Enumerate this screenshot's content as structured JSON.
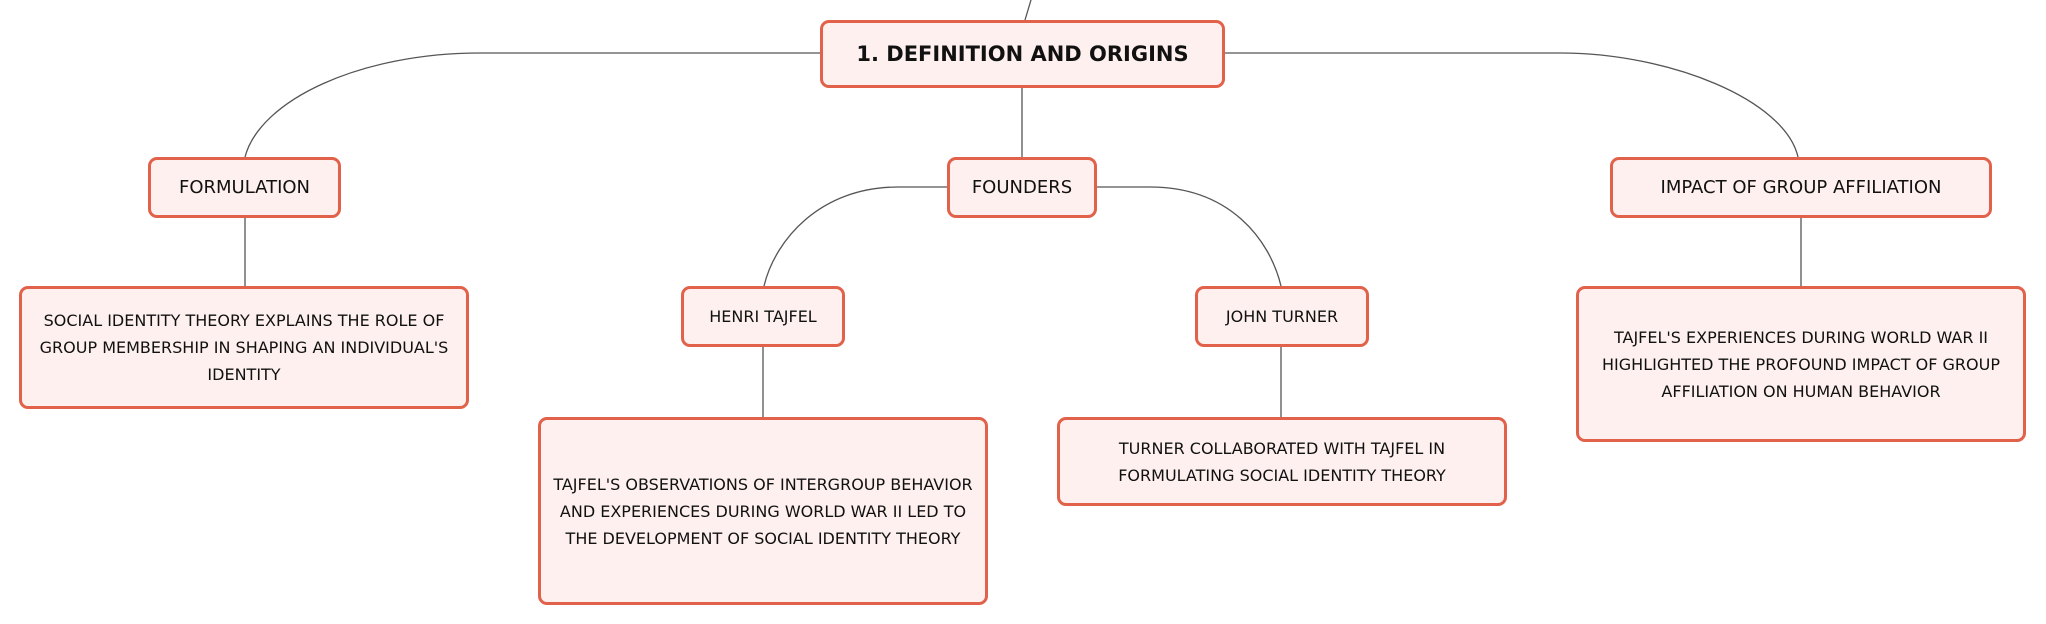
{
  "root": {
    "label": "1. DEFINITION AND ORIGINS"
  },
  "formulation": {
    "label": "FORMULATION",
    "detail": "SOCIAL IDENTITY THEORY EXPLAINS THE ROLE OF GROUP MEMBERSHIP IN SHAPING AN INDIVIDUAL'S IDENTITY"
  },
  "founders": {
    "label": "FOUNDERS",
    "tajfel": {
      "label": "HENRI TAJFEL",
      "detail": "TAJFEL'S OBSERVATIONS OF INTERGROUP BEHAVIOR AND EXPERIENCES DURING WORLD WAR II LED TO THE DEVELOPMENT OF SOCIAL IDENTITY THEORY"
    },
    "turner": {
      "label": "JOHN TURNER",
      "detail": "TURNER COLLABORATED WITH TAJFEL IN FORMULATING SOCIAL IDENTITY THEORY"
    }
  },
  "impact": {
    "label": "IMPACT OF GROUP AFFILIATION",
    "detail": "TAJFEL'S EXPERIENCES DURING WORLD WAR II HIGHLIGHTED THE PROFOUND IMPACT OF GROUP AFFILIATION ON HUMAN BEHAVIOR"
  },
  "colors": {
    "node_fill": "#fdf0ee",
    "node_border": "#e2614a",
    "connector": "#555555"
  }
}
